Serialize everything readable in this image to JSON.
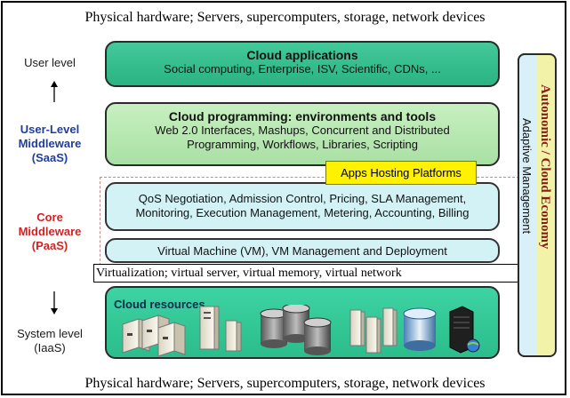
{
  "physical_hardware_top": "Physical hardware; Servers, supercomputers, storage, network devices",
  "physical_hardware_bottom": "Physical hardware; Servers, supercomputers, storage, network devices",
  "levels": {
    "user": "User level",
    "saas_line1": "User-Level",
    "saas_line2": "Middleware",
    "saas_line3": "(SaaS)",
    "paas_line1": "Core",
    "paas_line2": "Middleware",
    "paas_line3": "(PaaS)",
    "iaas_line1": "System level",
    "iaas_line2": "(IaaS)"
  },
  "layers": {
    "cloud_applications": {
      "title": "Cloud applications",
      "subtitle": "Social computing, Enterprise,  ISV, Scientific, CDNs, ..."
    },
    "cloud_programming": {
      "title": "Cloud programming: environments and tools",
      "line1": "Web 2.0 Interfaces, Mashups, Concurrent and Distributed",
      "line2": "Programming, Workflows, Libraries, Scripting"
    },
    "apps_hosting": "Apps Hosting Platforms",
    "core_services": {
      "line1": "QoS Negotiation, Admission Control,  Pricing, SLA Management,",
      "line2": "Monitoring, Execution Management, Metering, Accounting, Billing"
    },
    "virtual_machine": "Virtual Machine (VM),  VM Management and Deployment",
    "virtualization": "Virtualization; virtual server, virtual memory, virtual network",
    "cloud_resources": "Cloud resources"
  },
  "side_panel": {
    "adaptive": "Adaptive Management",
    "autonomic": "Autonomic / Cloud Economy"
  },
  "colors": {
    "apps_layer": "#2bb383",
    "programming_layer": "#b5e6b0",
    "core_layer": "#d2f2f6",
    "apps_hosting": "#fff200",
    "resources_layer": "#2bbd8b",
    "saas_label": "#1f3f9f",
    "paas_label": "#d61f1f"
  }
}
